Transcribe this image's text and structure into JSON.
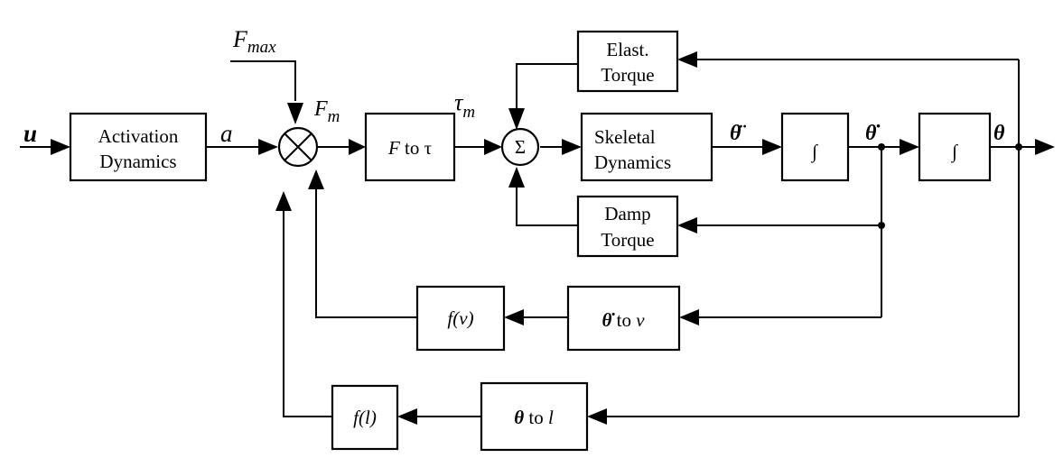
{
  "signals": {
    "u": "u",
    "a": "a",
    "f_max_main": "F",
    "f_max_sub": "max",
    "f_m_main": "F",
    "f_m_sub": "m",
    "tau_m_main": "τ",
    "tau_m_sub": "m",
    "theta_ddot": "θ̈",
    "theta_dot": "θ̇",
    "theta": "θ"
  },
  "blocks": {
    "activation": {
      "line1": "Activation",
      "line2": "Dynamics"
    },
    "f_to_tau": {
      "pre": "F",
      "post": " to τ"
    },
    "sum": {
      "symbol": "Σ"
    },
    "elast": {
      "line1": "Elast.",
      "line2": "Torque"
    },
    "skeletal": {
      "line1": "Skeletal",
      "line2": "Dynamics"
    },
    "integrator1": {
      "symbol": "∫"
    },
    "integrator2": {
      "symbol": "∫"
    },
    "damp": {
      "line1": "Damp",
      "line2": "Torque"
    },
    "fv": {
      "label": "f(v)"
    },
    "theta_dot_to_v": {
      "pre": "θ̇",
      "post": " to ",
      "var": "v"
    },
    "fl": {
      "label": "f(l)"
    },
    "theta_to_l": {
      "pre": "θ",
      "post": " to ",
      "var": "l"
    }
  },
  "colors": {
    "ink": "#000000",
    "background": "#ffffff"
  }
}
